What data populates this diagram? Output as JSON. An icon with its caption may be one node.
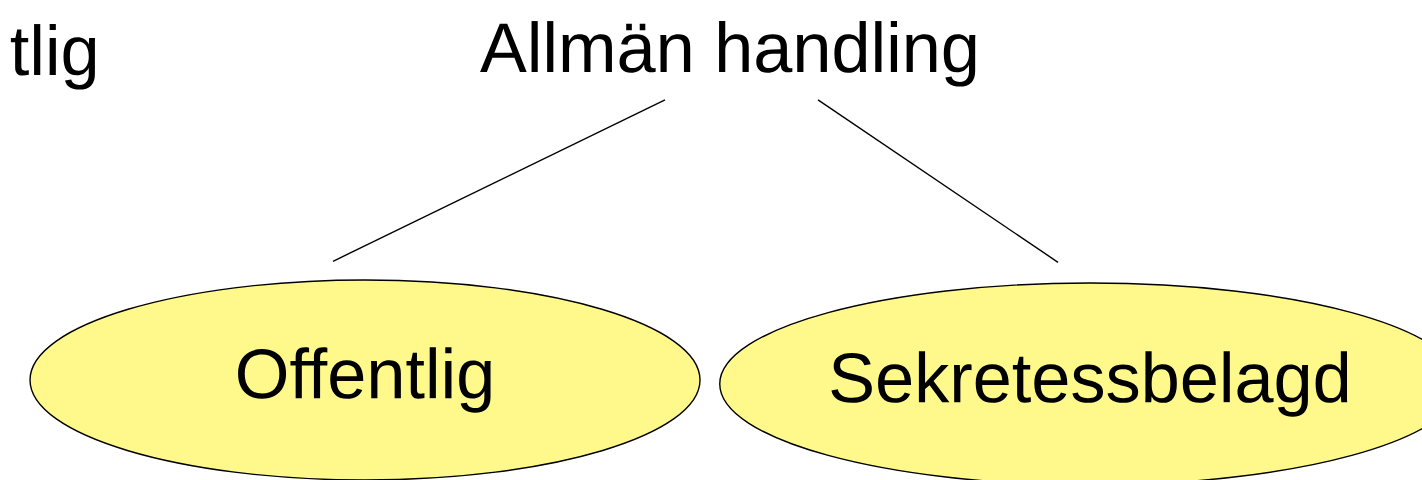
{
  "diagram": {
    "nodes": [
      {
        "text": [
          "Allmän handling"
        ]
      },
      {
        "text": [
          "Offentlig"
        ]
      },
      {
        "text": [
          "Sekretessbelagd"
        ]
      }
    ],
    "edges": [
      {
        "from": 0,
        "to": 1,
        "arrow": "none"
      },
      {
        "from": 0,
        "to": 2,
        "arrow": "none"
      }
    ],
    "labels": [
      "tlig"
    ]
  }
}
